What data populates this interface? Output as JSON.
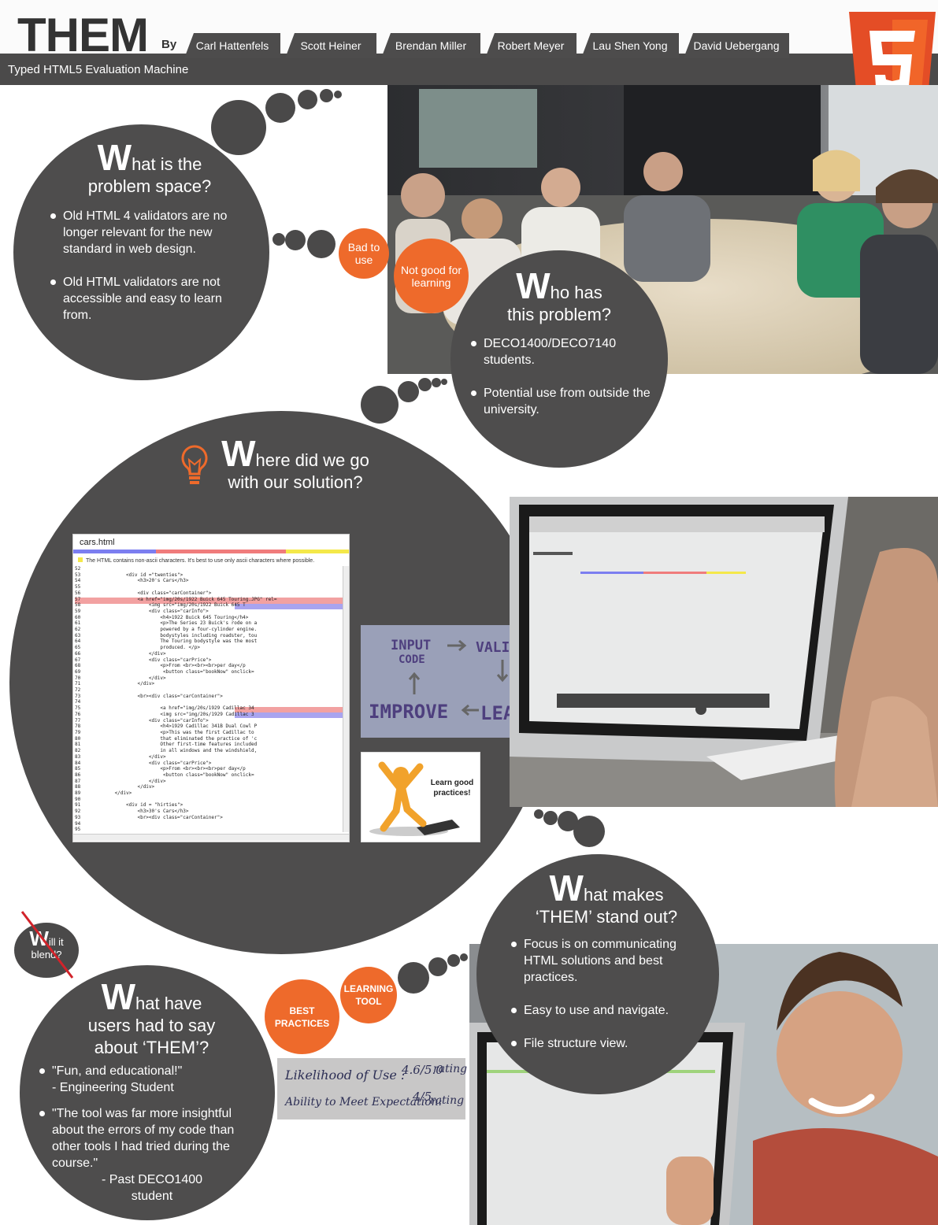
{
  "header": {
    "logo": "THEM",
    "by": "By",
    "authors": [
      "Carl Hattenfels",
      "Scott Heiner",
      "Brendan Miller",
      "Robert Meyer",
      "Lau Shen Yong",
      "David Uebergang"
    ],
    "subtitle": "Typed HTML5 Evaluation Machine",
    "badge_digit": "5"
  },
  "problem": {
    "cap": "W",
    "heading_rest1": "hat is the",
    "heading_line2": "problem space?",
    "bullets": [
      "Old HTML 4 validators are no longer relevant for the new standard in web design.",
      "Old HTML validators are not accessible and easy to learn from."
    ]
  },
  "tags": {
    "bad": "Bad to use",
    "not_good": "Not good for learning",
    "best": "BEST PRACTICES",
    "learning": "LEARNING TOOL"
  },
  "who": {
    "cap": "W",
    "heading_rest1": "ho has",
    "heading_line2": "this problem?",
    "bullets": [
      "DECO1400/DECO7140 students.",
      "Potential use from outside the university."
    ]
  },
  "solution": {
    "cap": "W",
    "heading_rest1": "here did we go",
    "heading_line2": "with our solution?"
  },
  "code": {
    "filename": "cars.html",
    "warning": "The HTML contains non-ascii characters. It's best to use only ascii characters where possible.",
    "lines": "52\n53                <div id =\"twenties\">\n54                    <h3>20's Cars</h3>\n55\n56                    <div class=\"carContainer\">\n57                    <a href=\"img/20s/1922 Buick 645 Touring.JPG\" rel=\n58                        <img src=\"img/20s/1922 Buick 645 T\n59                        <div class=\"carInfo\">\n60                            <h4>1922 Buick 645 Touring</h4>\n61                            <p>The Series 23 Buick's rode on a\n62                            powered by a four-cylinder engine.\n63                            bodystyles including roadster, tou\n64                            The Touring bodystyle was the most\n65                            produced. </p>\n66                        </div>\n67                        <div class=\"carPrice\">\n68                            <p>From <br><br><br>per day</p\n69                             <button class=\"bookNow\" onclick=\n70                        </div>\n71                    </div>\n72\n73                    <br><div class=\"carContainer\">\n74\n75                            <a href=\"img/20s/1929 Cadillac 34\n76                            <img src=\"img/20s/1929 Cadillac 3\n77                        <div class=\"carInfo\">\n78                            <h4>1929 Cadillac 341B Dual Cowl P\n79                            <p>This was the first Cadillac to\n80                            that eliminated the practice of 'c\n81                            Other first-time features included\n82                            in all windows and the windshield,\n83                        </div>\n84                        <div class=\"carPrice\">\n85                            <p>From <br><br><br>per day</p\n86                             <button class=\"bookNow\" onclick=\n87                        </div>\n88                    </div>\n89            </div>\n90\n91                <div id = \"hirties\">\n92                    <h3>30's Cars</h3>\n93                    <br><div class=\"carContainer\">\n94\n95"
  },
  "cycle": {
    "input": "INPUT",
    "code": "CODE",
    "validate": "VALIDATE",
    "improve": "IMPROVE",
    "learn": "LEARN"
  },
  "practice_label": "Learn good practices!",
  "standout": {
    "cap": "W",
    "heading_rest1": "hat makes",
    "heading_line2": "‘THEM’ stand out?",
    "bullets": [
      "Focus is on communicating HTML solutions and best practices.",
      "Easy to use and navigate.",
      "File structure view."
    ]
  },
  "blend": {
    "cap": "W",
    "rest": "ill it",
    "line2": "blend?"
  },
  "users": {
    "cap": "W",
    "heading_rest1": "hat have",
    "heading_line2": "users had to say",
    "heading_line3": "about ‘THEM’?",
    "quote1": "\"Fun, and educational!\"",
    "quote1_by": "- Engineering Student",
    "quote2": "\"The tool was far more insightful about the errors of my code than other tools I had tried during the course.\"",
    "quote2_by": "- Past DECO1400",
    "quote2_by2": "student"
  },
  "rating": {
    "line1_label": "Likelihood of Use :",
    "line1_value": "4.6/5.0",
    "line1_word": "rating",
    "line2_label": "Ability to Meet Expectation:",
    "line2_value": "4/5",
    "line2_word": "rating"
  },
  "colors": {
    "bubble": "#4e4d4d",
    "accent": "#ee6a2b",
    "html5": "#e44d26"
  }
}
